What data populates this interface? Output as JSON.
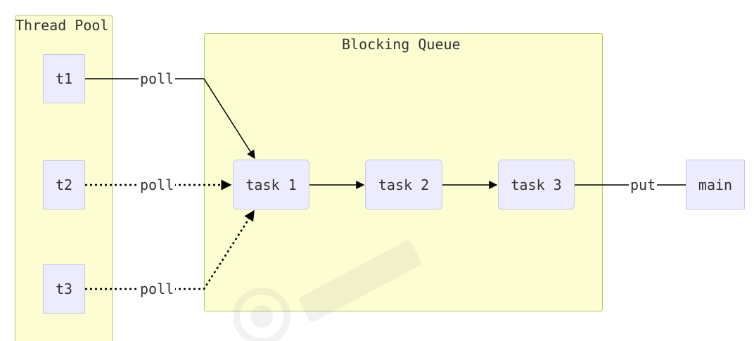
{
  "clusters": {
    "thread_pool": "Thread Pool",
    "blocking_queue": "Blocking Queue"
  },
  "nodes": {
    "t1": "t1",
    "t2": "t2",
    "t3": "t3",
    "task1": "task 1",
    "task2": "task 2",
    "task3": "task 3",
    "main": "main"
  },
  "edges": {
    "t1_label": "poll",
    "t2_label": "poll",
    "t3_label": "poll",
    "main_label": "put"
  },
  "colors": {
    "cluster_fill": "#fdfdd2",
    "cluster_border": "#b8c46a",
    "node_fill": "#ececfe",
    "node_border": "#c6c6ea",
    "edge": "#000000"
  }
}
